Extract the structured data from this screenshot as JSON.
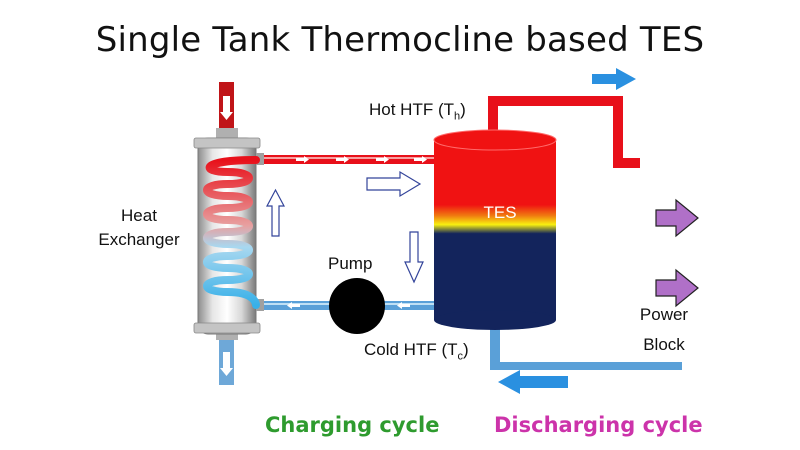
{
  "title": "Single Tank Thermocline based TES",
  "labels": {
    "heat_exchanger_line1": "Heat",
    "heat_exchanger_line2": "Exchanger",
    "hot_htf": "Hot HTF (T",
    "hot_htf_sub": "h",
    "hot_htf_close": ")",
    "cold_htf": "Cold HTF (T",
    "cold_htf_sub": "c",
    "cold_htf_close": ")",
    "pump": "Pump",
    "tes": "TES",
    "power_block_line1": "Power",
    "power_block_line2": "Block"
  },
  "legend": {
    "charging": "Charging cycle",
    "discharging": "Discharging cycle"
  },
  "colors": {
    "hot": "#e8101a",
    "cold": "#5aa0d8",
    "tank_cold": "#13245c",
    "charging_text": "#2e9b2e",
    "discharging_text": "#cc33aa",
    "power_arrow": "#b070c8",
    "blue_arrow": "#2a90e0"
  }
}
